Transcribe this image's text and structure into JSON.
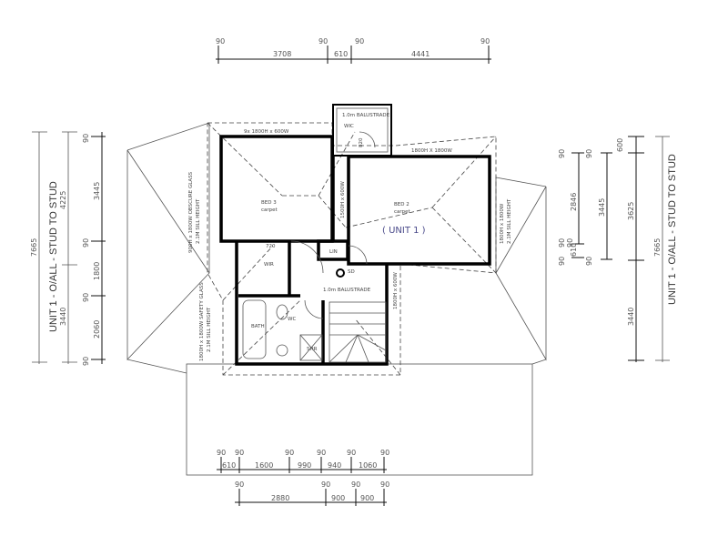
{
  "title_left": "UNIT 1 - O/ALL - STUD TO STUD",
  "title_right": "UNIT 1 - O/ALL - STUD TO STUD",
  "top_dims": {
    "stud": [
      "90",
      "90",
      "90",
      "90"
    ],
    "spans": [
      "3708",
      "610",
      "4441"
    ]
  },
  "bottom_dims_1": {
    "stud": [
      "90",
      "90",
      "90",
      "90",
      "90",
      "90"
    ],
    "spans": [
      "610",
      "1600",
      "990",
      "940",
      "1060"
    ]
  },
  "bottom_dims_2": {
    "stud": [
      "90",
      "90",
      "90",
      "90"
    ],
    "spans": [
      "2880",
      "900",
      "900"
    ]
  },
  "left_dims": {
    "overall": "7665",
    "upper": "4225",
    "lower": "3440",
    "stud": [
      "90",
      "90",
      "90",
      "90"
    ],
    "spans": [
      "3445",
      "1800",
      "2060"
    ]
  },
  "right_dims": {
    "overall": "7665",
    "top": "600",
    "mid": "3625",
    "lower": "3440",
    "inner": "3445",
    "small": "2846",
    "tiny": "610",
    "stud": [
      "90",
      "90",
      "90",
      "90",
      "90",
      "90"
    ]
  },
  "rooms": {
    "bed_left": {
      "name": "BED 3",
      "finish": "carpet"
    },
    "bed_right": {
      "name": "BED 2",
      "finish": "carpet"
    },
    "unit_label": "( UNIT 1 )",
    "wir": "WIR",
    "lin": "LIN",
    "bath": "BATH",
    "shr": "SHR",
    "wc": "WC",
    "sd": "SD",
    "balustrade": "1.0m BALUSTRADE",
    "balustrade_top": "1.0m BALUSTRADE",
    "wic": "WIC",
    "door_720": "720",
    "door_820": "820"
  },
  "windows": {
    "w_top_left": "9x 1800H x 600W",
    "w_top_right": "1800H X 1800W",
    "w_left_1": "900H x 1800W OBSCURE GLASS",
    "w_left_1b": "2.1M SILL HEIGHT",
    "w_left_2": "1800H x 1800W SAFETY GLASS",
    "w_left_2b": "2.1M SILL HEIGHT",
    "w_right": "1800H x 1800W",
    "w_right_b": "2.1M SILL HEIGHT",
    "w_stair": "1800H x 600W",
    "w_mid": "1500H x 600W"
  }
}
